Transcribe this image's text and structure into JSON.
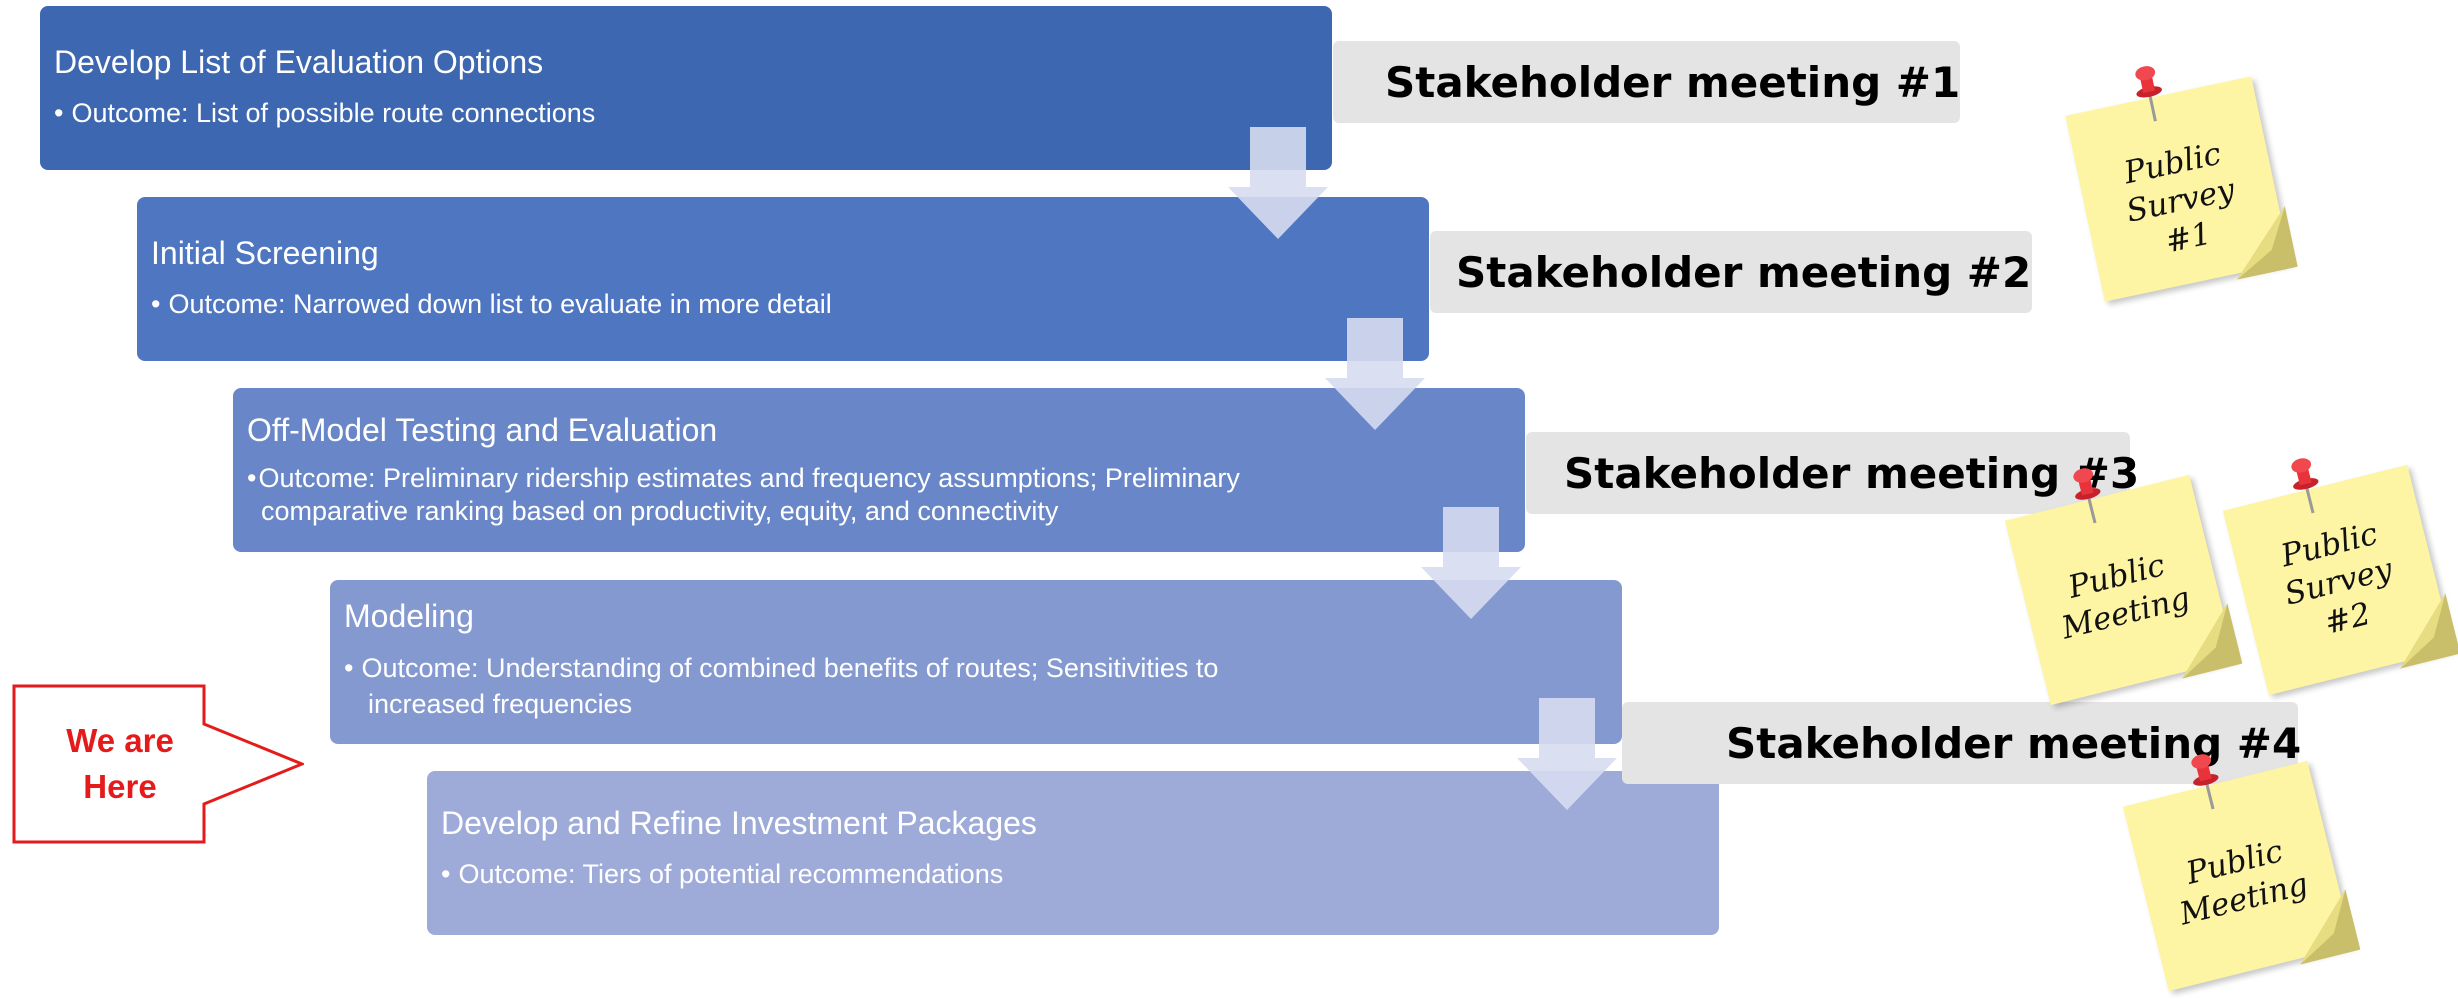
{
  "steps": [
    {
      "title": "Develop List of Evaluation Options",
      "bullet": "•",
      "outcome": "Outcome: List of possible route connections",
      "color": "#3e67b1"
    },
    {
      "title": "Initial Screening",
      "bullet": "•",
      "outcome": "Outcome: Narrowed down list to evaluate in more detail",
      "color": "#4f76c1"
    },
    {
      "title": "Off-Model Testing and Evaluation",
      "bullet": "•",
      "outcome_line1": "Outcome: Preliminary ridership estimates and frequency assumptions; Preliminary",
      "outcome_line2": "comparative ranking based on productivity, equity, and connectivity",
      "color": "#6987c8"
    },
    {
      "title": "Modeling",
      "bullet": "•",
      "outcome_line1": "Outcome: Understanding of combined benefits of routes; Sensitivities to",
      "outcome_line2": "increased frequencies",
      "color": "#8599d1"
    },
    {
      "title": "Develop and Refine Investment Packages",
      "bullet": "•",
      "outcome": "Outcome: Tiers of potential recommendations",
      "color": "#9eabd9"
    }
  ],
  "meetings": [
    {
      "label": "Stakeholder meeting #1"
    },
    {
      "label": "Stakeholder meeting #2"
    },
    {
      "label": "Stakeholder meeting #3"
    },
    {
      "label": "Stakeholder meeting #4"
    }
  ],
  "notes": [
    {
      "text": "Public\nSurvey\n#1"
    },
    {
      "text": "Public\nMeeting"
    },
    {
      "text": "Public\nSurvey\n#2"
    },
    {
      "text": "Public\nMeeting"
    }
  ],
  "callout": {
    "line1": "We are",
    "line2": "Here",
    "color": "#e51b1b"
  },
  "colors": {
    "meeting_bar": "#e4e4e4",
    "note": "#fdf5a3",
    "pin": "#e8333a",
    "arrow": "#d6dcef"
  }
}
